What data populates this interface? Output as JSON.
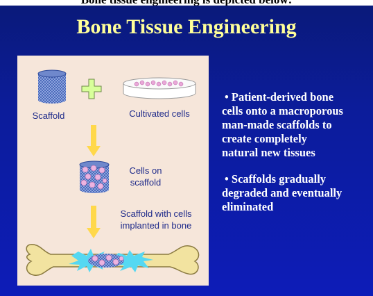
{
  "caption": "Bone tissue engineering is depicted below:",
  "slide": {
    "title": "Bone Tissue Engineering",
    "diagram": {
      "scaffold_label": "Scaffold",
      "cells_label": "Cultivated cells",
      "cells_on_scaffold_label_1": "Cells on",
      "cells_on_scaffold_label_2": "scaffold",
      "implanted_label_1": "Scaffold with cells",
      "implanted_label_2": "implanted in bone"
    },
    "bullets": [
      {
        "symbol": "•",
        "line1": "Patient-derived bone",
        "line2": "cells onto a macroporous",
        "line3": "man-made scaffolds to",
        "line4": "create completely",
        "line5": "natural new tissues"
      },
      {
        "symbol": "•",
        "line1": "Scaffolds gradually",
        "line2": "degraded and eventually",
        "line3": "eliminated"
      }
    ]
  },
  "colors": {
    "background": "#0c1c9a",
    "title": "#ffff99",
    "panel": "#f6e6da",
    "arrow": "#ffd84a",
    "plus": "#d8ff9a",
    "label": "#1e2a8a"
  },
  "icons": [
    "scaffold-cylinder-icon",
    "plus-icon",
    "petri-dish-icon",
    "down-arrow-icon",
    "cell-seeded-scaffold-icon",
    "bone-icon"
  ]
}
